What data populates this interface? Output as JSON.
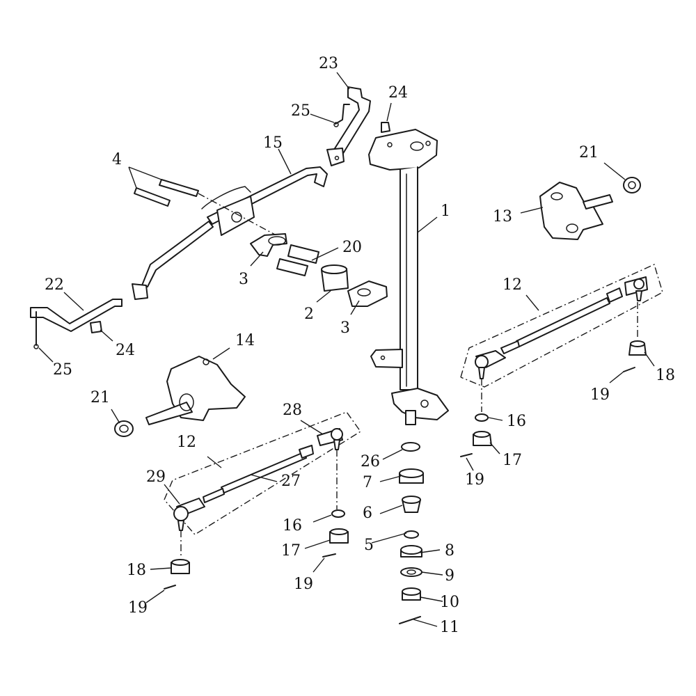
{
  "diagram": {
    "callouts": {
      "c1": "1",
      "c2": "2",
      "c3a": "3",
      "c3b": "3",
      "c4": "4",
      "c5": "5",
      "c6": "6",
      "c7": "7",
      "c8": "8",
      "c9": "9",
      "c10": "10",
      "c11": "11",
      "c12a": "12",
      "c12b": "12",
      "c13": "13",
      "c14": "14",
      "c15": "15",
      "c16a": "16",
      "c16b": "16",
      "c17a": "17",
      "c17b": "17",
      "c18a": "18",
      "c18b": "18",
      "c19a": "19",
      "c19b": "19",
      "c19c": "19",
      "c19d": "19",
      "c20": "20",
      "c21a": "21",
      "c21b": "21",
      "c22": "22",
      "c23": "23",
      "c24a": "24",
      "c24b": "24",
      "c25a": "25",
      "c25b": "25",
      "c26": "26",
      "c27": "27",
      "c28": "28",
      "c29": "29"
    }
  }
}
